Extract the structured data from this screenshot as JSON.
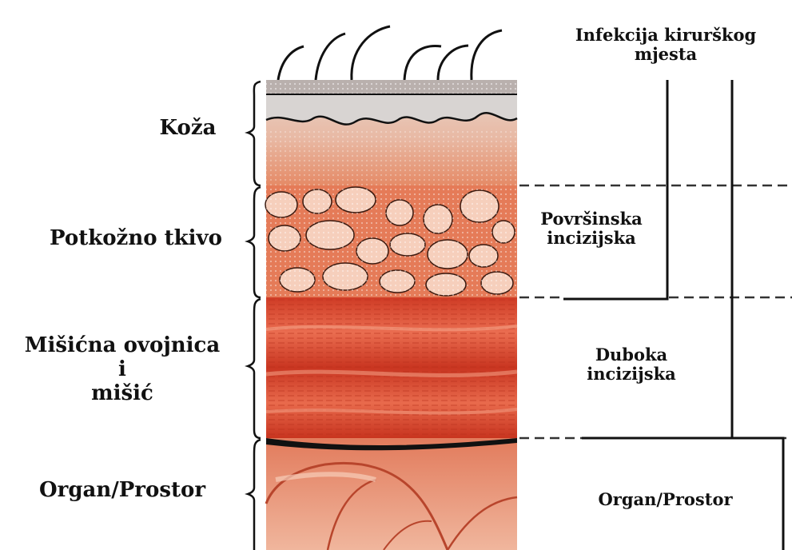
{
  "title": {
    "line1": "Infekcija kirurškog",
    "line2": "mjesta"
  },
  "layers": {
    "skin": "Koža",
    "subcutaneous": "Potkožno tkivo",
    "muscle": {
      "line1": "Mišićna ovojnica",
      "line2": "i",
      "line3": "mišić"
    },
    "organ": "Organ/Prostor"
  },
  "categories": {
    "superficial": {
      "line1": "Površinska",
      "line2": "incizijska"
    },
    "deep": {
      "line1": "Duboka",
      "line2": "incizijska"
    },
    "organ_space": "Organ/Prostor"
  },
  "colors": {
    "skin_top": "#d9c7bd",
    "dermis": "#e7a98f",
    "fat": "#e06a47",
    "muscle": "#d3432a",
    "organ": "#e58463",
    "line": "#111111"
  }
}
